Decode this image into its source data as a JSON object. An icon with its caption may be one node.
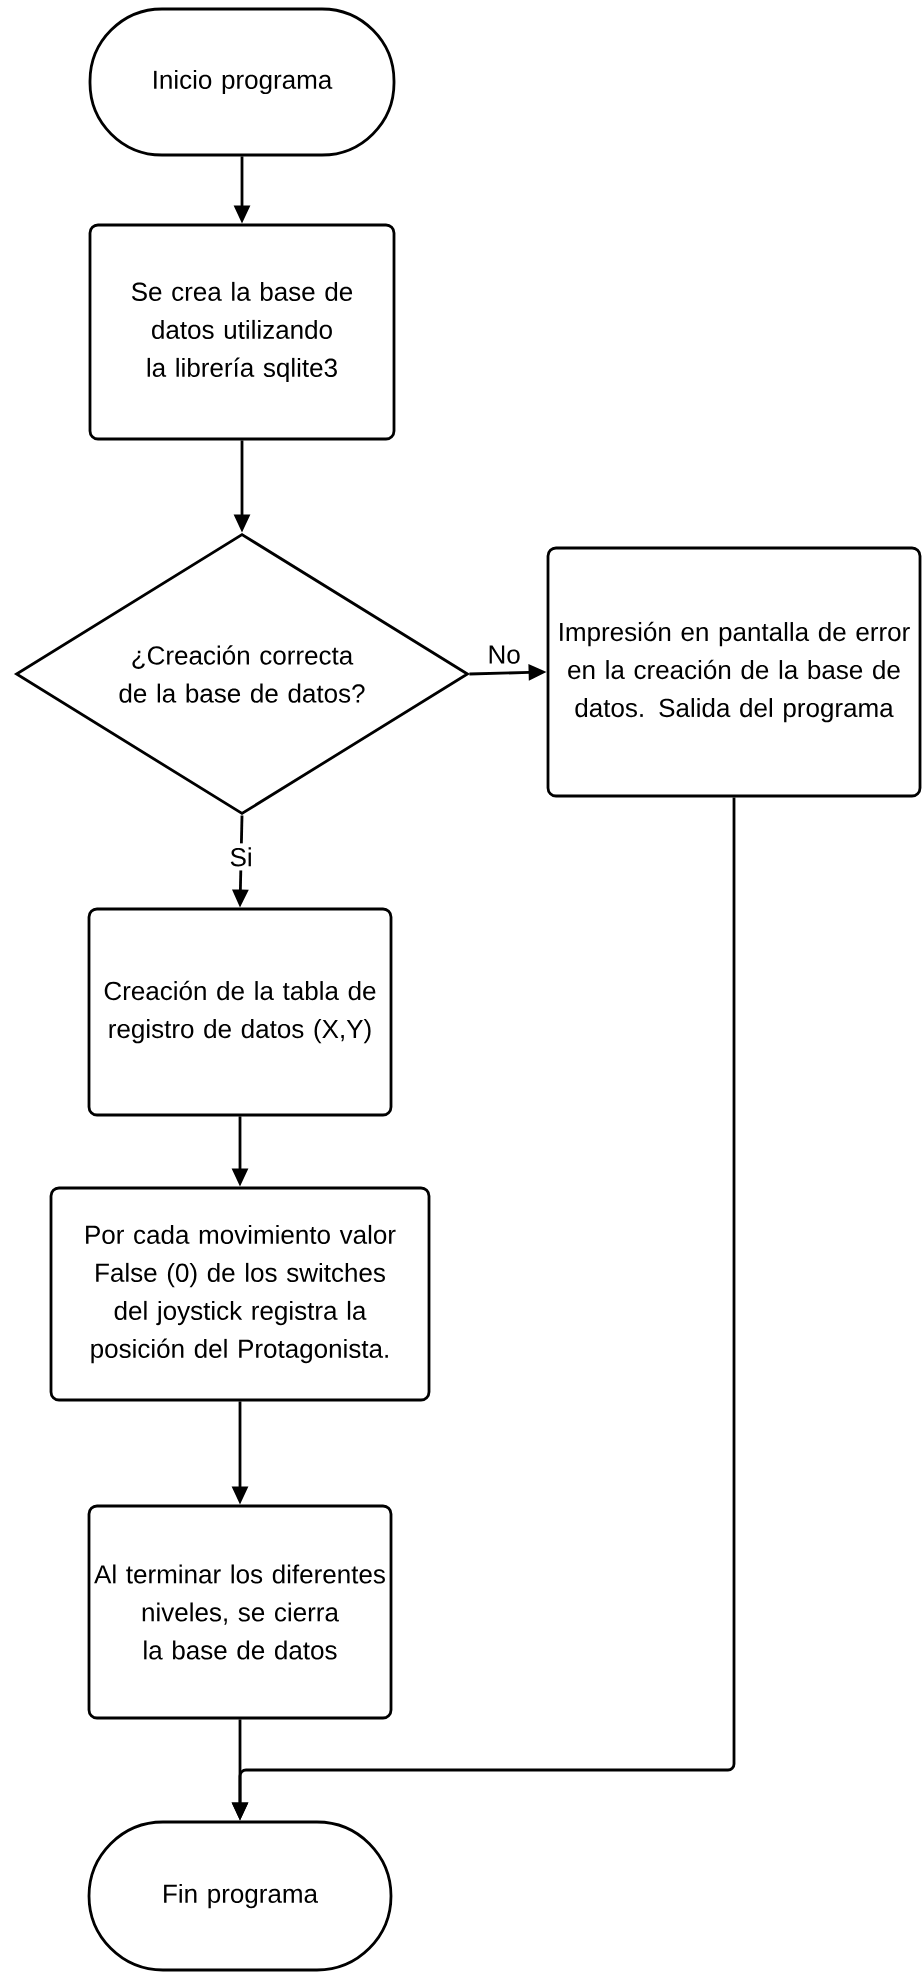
{
  "diagram": {
    "nodes": [
      {
        "text": [
          "Inicio programa"
        ]
      },
      {
        "text": [
          "Se crea la base de datos utilizando la librería sqlite3"
        ]
      },
      {
        "text": [
          "¿Creación correcta de la base de datos?"
        ]
      },
      {
        "text": [
          "Impresión en pantalla de error en la creación de la base de datos. Salida del programa"
        ]
      },
      {
        "text": [
          "Creación de la tabla de registro de datos (X,Y)"
        ]
      },
      {
        "text": [
          "Por cada movimiento valor False (0) de los switches del joystick registra la posición del Protagonista."
        ]
      },
      {
        "text": [
          "Al terminar los diferentes niveles, se cierra la base de datos"
        ]
      },
      {
        "text": [
          "Fin programa"
        ]
      }
    ],
    "edges": [
      {
        "from": 0,
        "to": 1,
        "arrow": "to"
      },
      {
        "from": 1,
        "to": 2,
        "arrow": "to"
      },
      {
        "from": 2,
        "to": 3,
        "arrow": "to",
        "label": "No"
      },
      {
        "from": 2,
        "to": 4,
        "arrow": "to",
        "label": "Si"
      },
      {
        "from": 4,
        "to": 5,
        "arrow": "to"
      },
      {
        "from": 5,
        "to": 6,
        "arrow": "to"
      },
      {
        "from": 6,
        "to": 7,
        "arrow": "to"
      },
      {
        "from": 3,
        "to": 7,
        "arrow": "to"
      }
    ]
  }
}
